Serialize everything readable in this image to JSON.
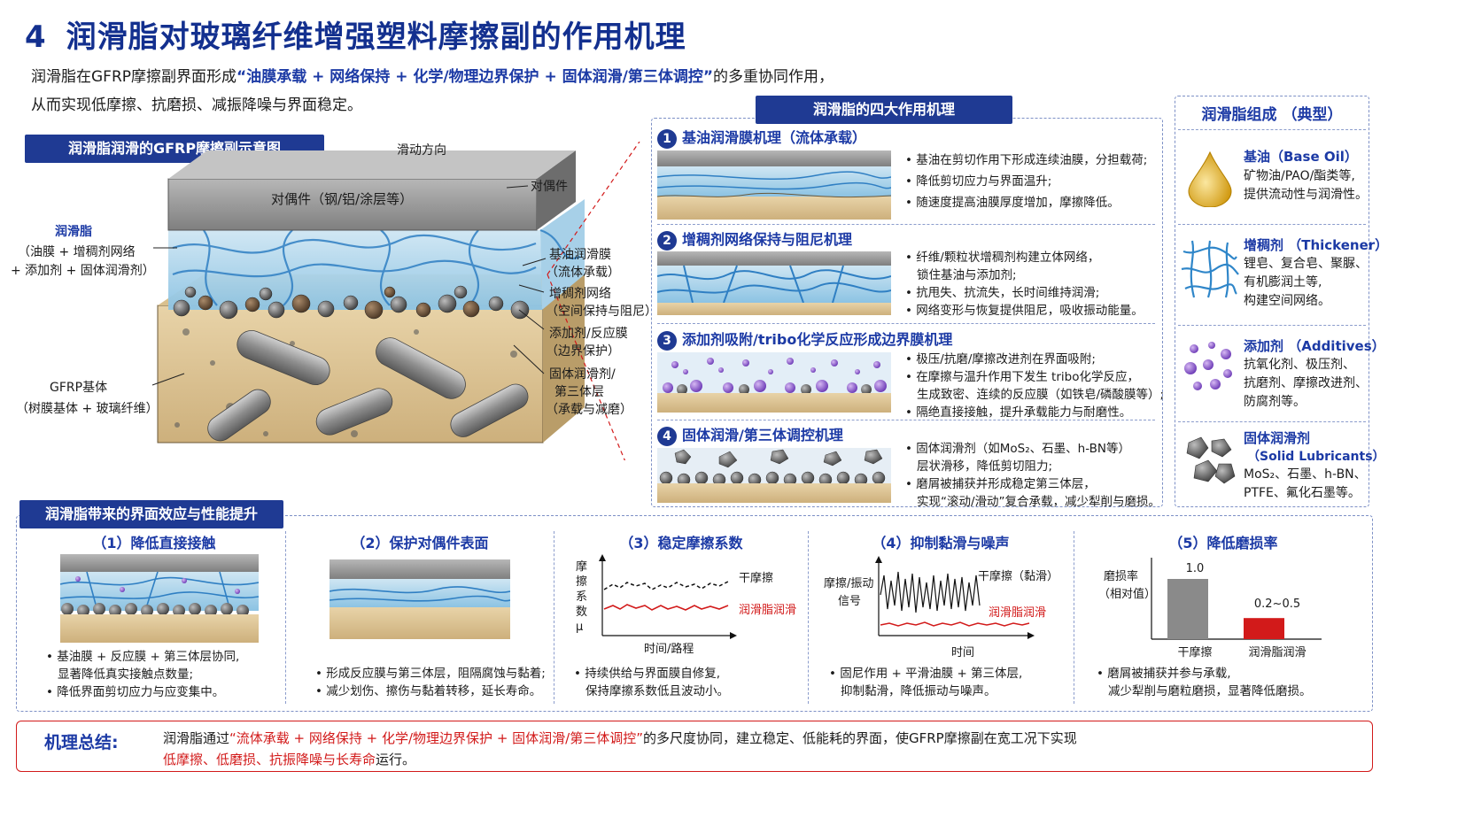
{
  "title": {
    "number": "4",
    "text": "润滑脂对玻璃纤维增强塑料摩擦副的作用机理"
  },
  "intro": {
    "line1_pre": "润滑脂在GFRP摩擦副界面形成",
    "line1_hl": "“油膜承载 + 网络保持 + 化学/物理边界保护 + 固体润滑/第三体调控”",
    "line1_post": "的多重协同作用，",
    "line2": "从而实现低摩擦、抗磨损、减振降噪与界面稳定。"
  },
  "schematic": {
    "header": "润滑脂润滑的GFRP摩擦副示意图",
    "sliding": "滑动方向",
    "counterpart_face": "对偶件（钢/铝/涂层等）",
    "counterpart_label": "对偶件",
    "grease_title": "润滑脂",
    "grease_l1": "（油膜 + 增稠剂网络",
    "grease_l2": "+ 添加剂 + 固体润滑剂）",
    "base_title": "GFRP基体",
    "base_sub": "（树膜基体 + 玻璃纤维）",
    "r1a": "基油润滑膜",
    "r1b": "（流体承载）",
    "r2a": "增稠剂网络",
    "r2b": "（空间保持与阻尼）",
    "r3a": "添加剂/反应膜",
    "r3b": "（边界保护）",
    "r4a": "固体润滑剂/",
    "r4b": "第三体层",
    "r4c": "（承载与减磨）"
  },
  "mechanisms": {
    "header": "润滑脂的四大作用机理",
    "items": [
      {
        "n": "1",
        "title": "基油润滑膜机理（流体承载）",
        "b": [
          "基油在剪切作用下形成连续油膜，分担载荷;",
          "降低剪切应力与界面温升;",
          "随速度提高油膜厚度增加，摩擦降低。"
        ]
      },
      {
        "n": "2",
        "title": "增稠剂网络保持与阻尼机理",
        "b": [
          "纤维/颗粒状增稠剂构建立体网络，",
          "锁住基油与添加剂;",
          "抗甩失、抗流失，长时间维持润滑;",
          "网络变形与恢复提供阻尼，吸收振动能量。"
        ]
      },
      {
        "n": "3",
        "title": "添加剂吸附/tribo化学反应形成边界膜机理",
        "b": [
          "极压/抗磨/摩擦改进剂在界面吸附;",
          "在摩擦与温升作用下发生 tribo化学反应，",
          "生成致密、连续的反应膜（如铁皂/磷酸膜等）;",
          "隔绝直接接触，提升承载能力与耐磨性。"
        ]
      },
      {
        "n": "4",
        "title": "固体润滑/第三体调控机理",
        "b": [
          "固体润滑剂（如MoS₂、石墨、h-BN等）",
          "层状滑移，降低剪切阻力;",
          "磨屑被捕获并形成稳定第三体层，",
          "实现“滚动/滑动”复合承载，减少犁削与磨损。"
        ]
      }
    ]
  },
  "composition": {
    "header": "润滑脂组成 （典型）",
    "items": [
      {
        "name": "基油（Base Oil）",
        "d1": "矿物油/PAO/酯类等,",
        "d2": "提供流动性与润滑性。"
      },
      {
        "name": "增稠剂 （Thickener）",
        "d1": "锂皂、复合皂、聚脲、",
        "d2": "有机膨润土等,",
        "d3": "构建空间网络。"
      },
      {
        "name": "添加剂 （Additives）",
        "d1": "抗氧化剂、极压剂、",
        "d2": "抗磨剂、摩擦改进剂、",
        "d3": "防腐剂等。"
      },
      {
        "name": "固体润滑剂",
        "name2": "（Solid Lubricants）",
        "d1": "MoS₂、石墨、h-BN、",
        "d2": "PTFE、氟化石墨等。"
      }
    ]
  },
  "effects": {
    "header": "润滑脂带来的界面效应与性能提升",
    "p1": {
      "title": "（1）降低直接接触",
      "b1": "基油膜 + 反应膜 + 第三体层协同,",
      "b1c": "显著降低真实接触点数量;",
      "b2": "降低界面剪切应力与应变集中。"
    },
    "p2": {
      "title": "（2）保护对偶件表面",
      "b1": "形成反应膜与第三体层，阻隔腐蚀与黏着;",
      "b2": "减少划伤、擦伤与黏着转移，延长寿命。"
    },
    "p3": {
      "title": "（3）稳定摩擦系数",
      "ylabel": "摩擦系数μ",
      "xlabel": "时间/路程",
      "dry": "干摩擦",
      "lub": "润滑脂润滑",
      "b1": "持续供给与界面膜自修复,",
      "b1c": "保持摩擦系数低且波动小。"
    },
    "p4": {
      "title": "（4）抑制黏滑与噪声",
      "ylabel1": "摩擦/振动",
      "ylabel2": "信号",
      "dry": "干摩擦（黏滑）",
      "lub": "润滑脂润滑",
      "xlabel": "时间",
      "b1": "固尼作用 + 平滑油膜 + 第三体层,",
      "b1c": "抑制黏滑，降低振动与噪声。"
    },
    "p5": {
      "title": "（5）降低磨损率",
      "ylabel1": "磨损率",
      "ylabel2": "（相对值）",
      "v1": "1.0",
      "v2": "0.2~0.5",
      "c1": "干摩擦",
      "c2": "润滑脂润滑",
      "b1": "磨屑被捕获并参与承载,",
      "b1c": "减少犁削与磨粒磨损，显著降低磨损。"
    }
  },
  "chart_data": [
    {
      "type": "bar",
      "categories": [
        "干摩擦",
        "润滑脂润滑"
      ],
      "values": [
        1.0,
        0.35
      ],
      "value_labels": [
        "1.0",
        "0.2~0.5"
      ],
      "ylabel": "磨损率（相对值）",
      "colors": [
        "#8a8a8a",
        "#d21a1a"
      ]
    }
  ],
  "summary": {
    "label": "机理总结:",
    "pre": "润滑脂通过",
    "hl": "“流体承载 + 网络保持 + 化学/物理边界保护 + 固体润滑/第三体调控”",
    "mid": "的多尺度协同，建立稳定、低能耗的界面，使GFRP摩擦副在宽工况下实现",
    "hl2": "低摩擦、低磨损、抗振降噪与长寿命",
    "post": "运行。"
  }
}
